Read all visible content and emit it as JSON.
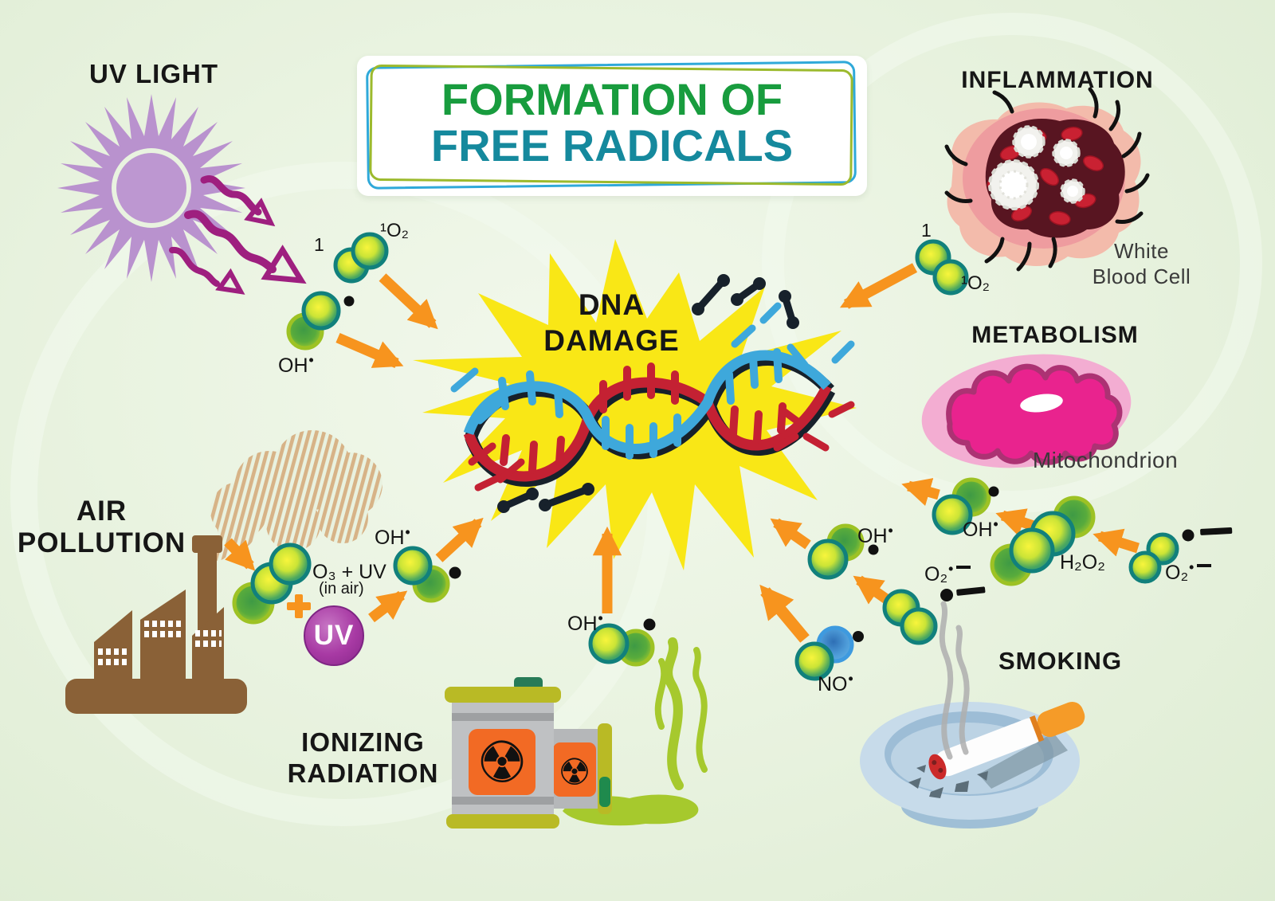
{
  "title": {
    "line1": "FORMATION OF",
    "line2": "FREE RADICALS"
  },
  "sections": {
    "uv_light": {
      "label": "UV LIGHT"
    },
    "inflammation": {
      "label": "INFLAMMATION",
      "caption_line1": "White",
      "caption_line2": "Blood Cell"
    },
    "metabolism": {
      "label": "METABOLISM",
      "caption": "Mitochondrion"
    },
    "smoking": {
      "label": "SMOKING"
    },
    "air_pollution": {
      "line1": "AIR",
      "line2": "POLLUTION"
    },
    "ionizing_radiation": {
      "line1": "IONIZING",
      "line2": "RADIATION"
    },
    "dna_damage": {
      "line1": "DNA",
      "line2": "DAMAGE"
    }
  },
  "molecules": {
    "one": "1",
    "singlet_o2": "¹O₂",
    "oh": "OH",
    "no": "NO",
    "o2": "O₂",
    "h2o2": "H₂O₂",
    "o3_uv": "O₃ + UV",
    "in_air": "(in air)",
    "uv": "UV",
    "radical_dot": "•"
  },
  "icons": {
    "radioactive": "☢"
  },
  "colors": {
    "background": "#E9F3E0",
    "accent_orange": "#F7941E",
    "title_green": "#189C3E",
    "title_teal": "#15899D",
    "border_blue": "#2FA9D9",
    "border_green": "#9CBA2D",
    "sun_purple": "#B992CE",
    "arrow_magenta": "#9E1F7F",
    "starburst_yellow": "#F9E716",
    "dna_blue": "#3EA8DB",
    "dna_red": "#C42133",
    "factory_brown": "#8A6137",
    "uv_badge_purple": "#A238A0",
    "mitochondrion_pink": "#E9238E",
    "goo_green": "#A6C92D",
    "ashtray_blue": "#C7DBEA",
    "barrel_gray": "#BFC1C3",
    "barrel_olive": "#B9BA25",
    "label_orange": "#F26A24"
  }
}
